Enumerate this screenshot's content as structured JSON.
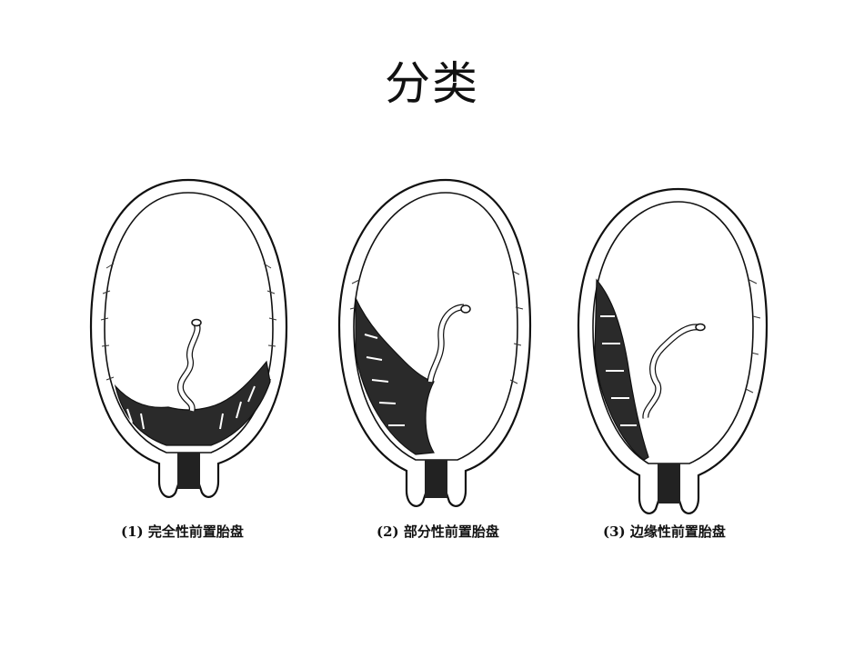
{
  "title": "分类",
  "figures": [
    {
      "caption": "(1) 完全性前置胎盘"
    },
    {
      "caption": "(2) 部分性前置胎盘"
    },
    {
      "caption": "(3) 边缘性前置胎盘"
    }
  ]
}
